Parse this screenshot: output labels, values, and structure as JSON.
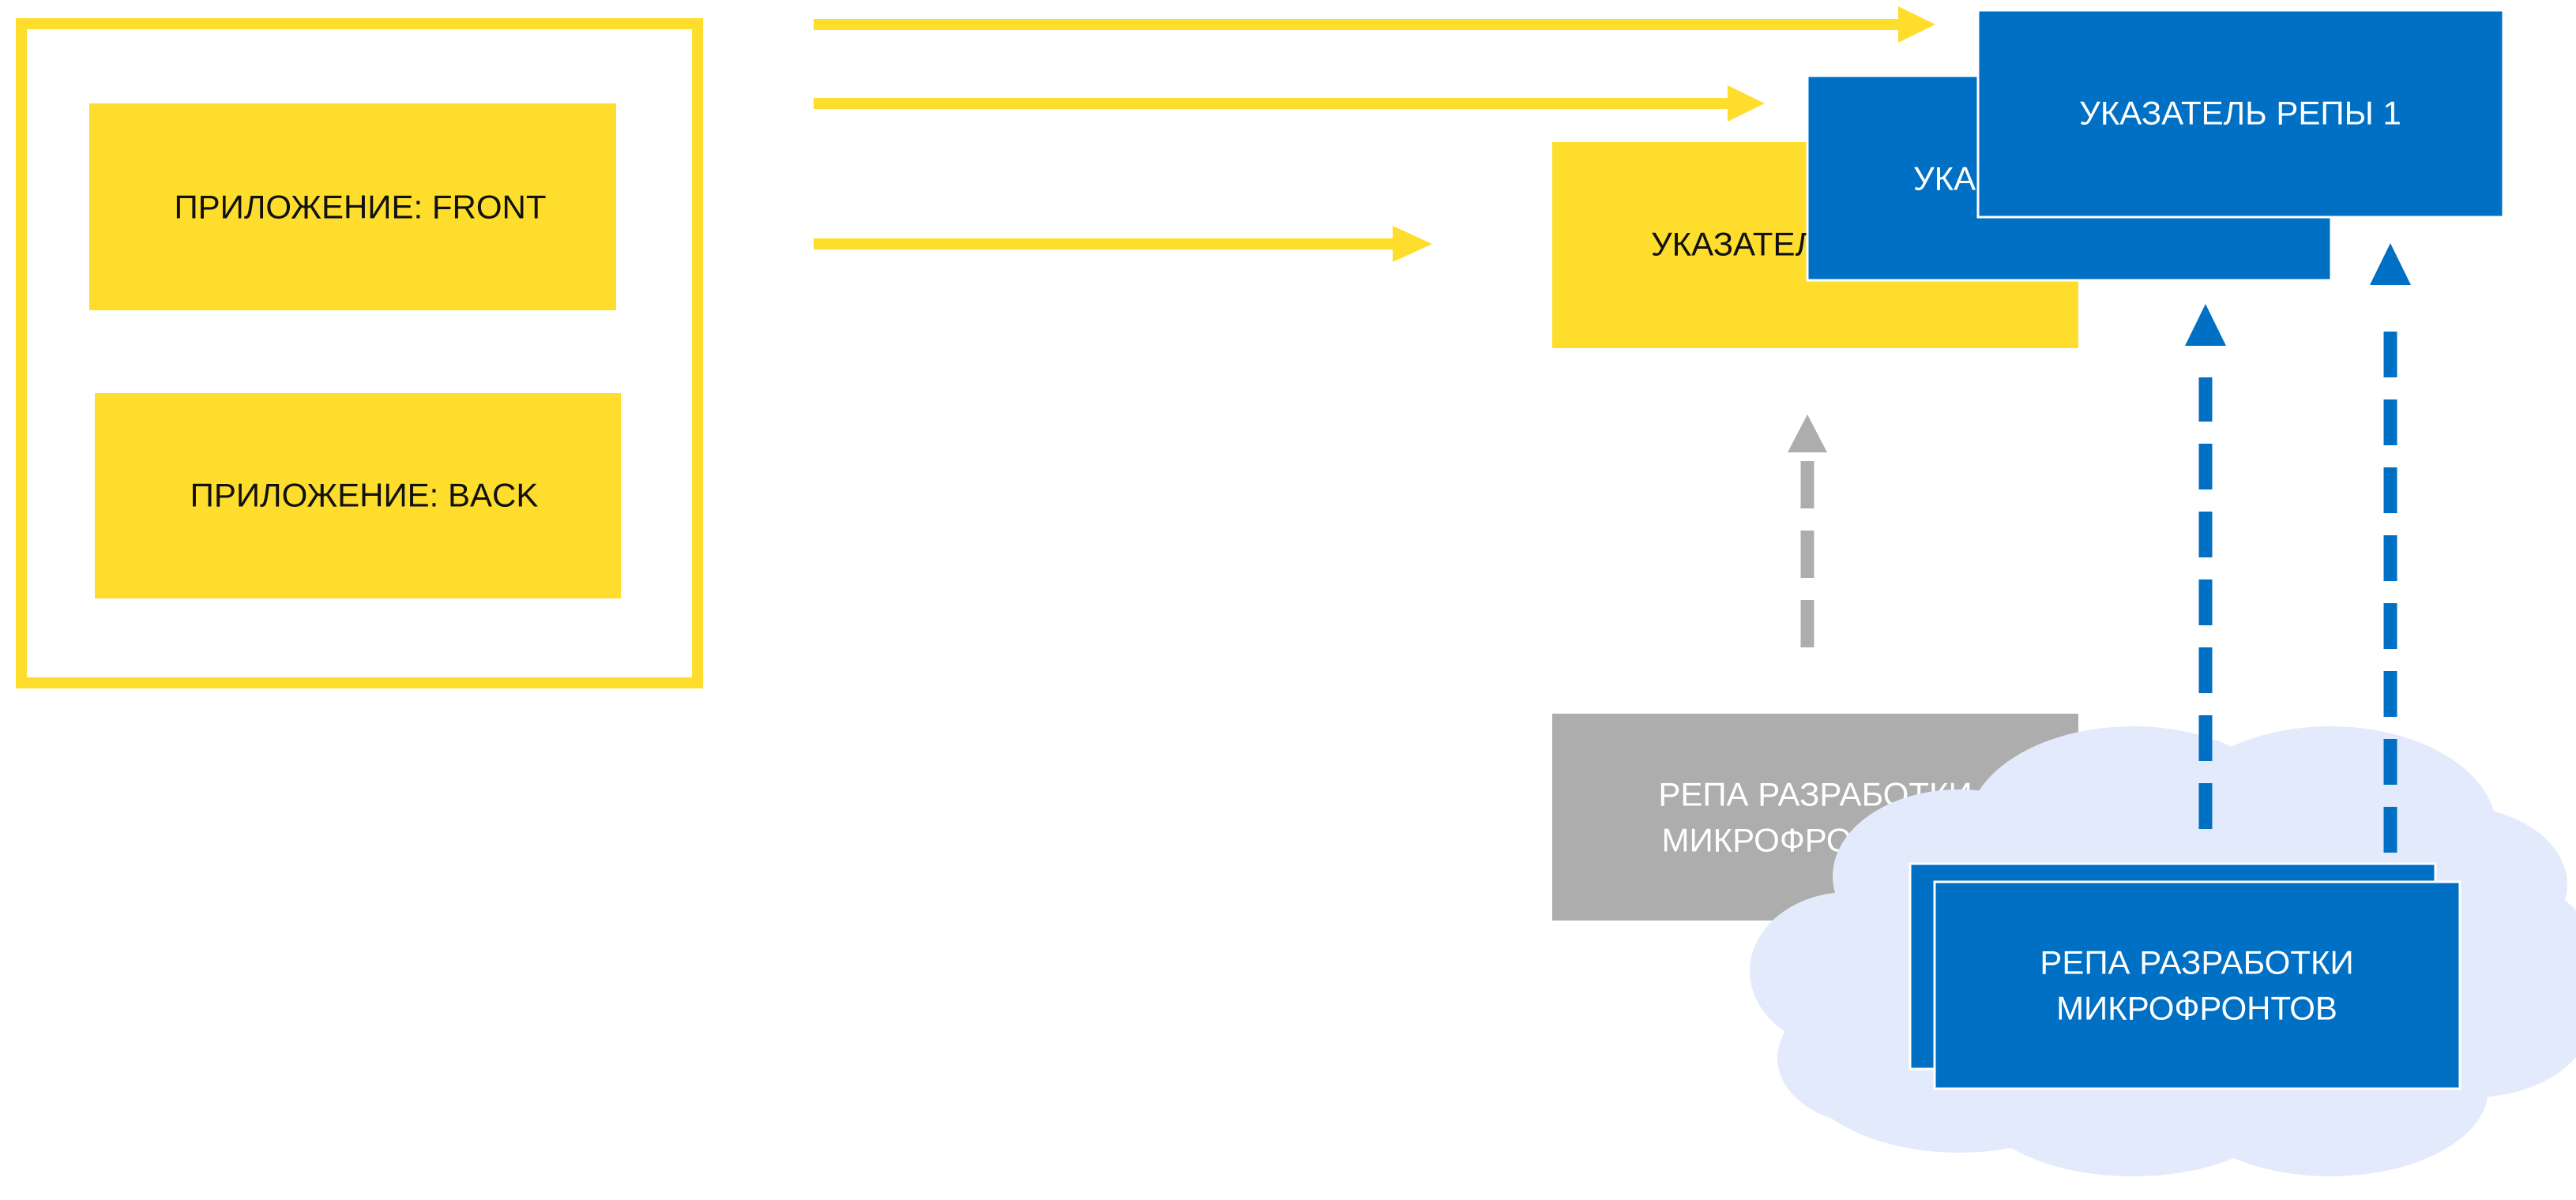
{
  "colors": {
    "yellow": "#FFDD2D",
    "blue": "#0070C4",
    "gray": "#ADADAD",
    "cloud": "#E3EAFB",
    "text_dark": "#111111",
    "text_light": "#FFFFFF"
  },
  "app_container": {
    "front_label": "ПРИЛОЖЕНИЕ: FRONT",
    "back_label": "ПРИЛОЖЕНИЕ: BACK"
  },
  "pointers": {
    "yellow_label": "УКАЗАТЕЛЬ",
    "blue_middle_label": "УКА",
    "blue_front_label": "УКАЗАТЕЛЬ  РЕПЫ 1"
  },
  "gray_repo": {
    "line1": "РЕПА РАЗРАБОТКИ",
    "line2": "МИКРОФРОНТ"
  },
  "blue_repo": {
    "line1": "РЕПА РАЗРАБОТКИ",
    "line2": "МИКРОФРОНТОВ"
  }
}
